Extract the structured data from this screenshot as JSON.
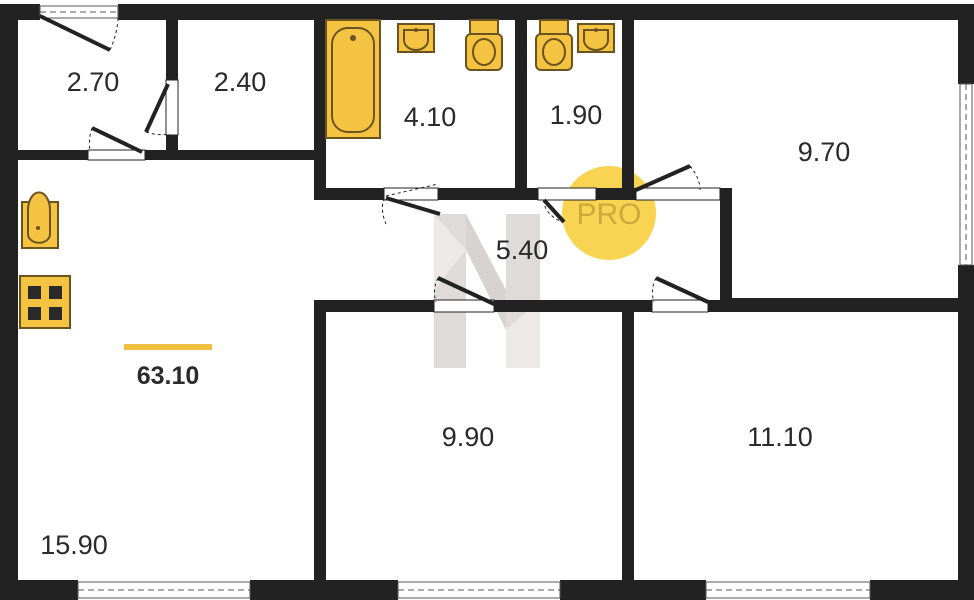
{
  "total_area": "63.10",
  "rooms": [
    {
      "id": "closet_a",
      "area": "2.70"
    },
    {
      "id": "closet_b",
      "area": "2.40"
    },
    {
      "id": "bathroom",
      "area": "4.10"
    },
    {
      "id": "toilet",
      "area": "1.90"
    },
    {
      "id": "bedroom_ne",
      "area": "9.70"
    },
    {
      "id": "hall",
      "area": "5.40"
    },
    {
      "id": "living_kitchen",
      "area": "15.90"
    },
    {
      "id": "bedroom_s",
      "area": "9.90"
    },
    {
      "id": "bedroom_se",
      "area": "11.10"
    }
  ],
  "badge": {
    "label": "PRO"
  },
  "colors": {
    "wall": "#222222",
    "fixture": "#f5c342",
    "fixture_stroke": "#6b5320",
    "accent_bar": "#f2c040",
    "badge": "#f7c518",
    "watermark": "#b8b0ae"
  },
  "icons": [
    "bathtub-icon",
    "sink-icon",
    "toilet-icon",
    "stove-icon",
    "door-swing-icon",
    "window-icon",
    "watermark-logo"
  ]
}
